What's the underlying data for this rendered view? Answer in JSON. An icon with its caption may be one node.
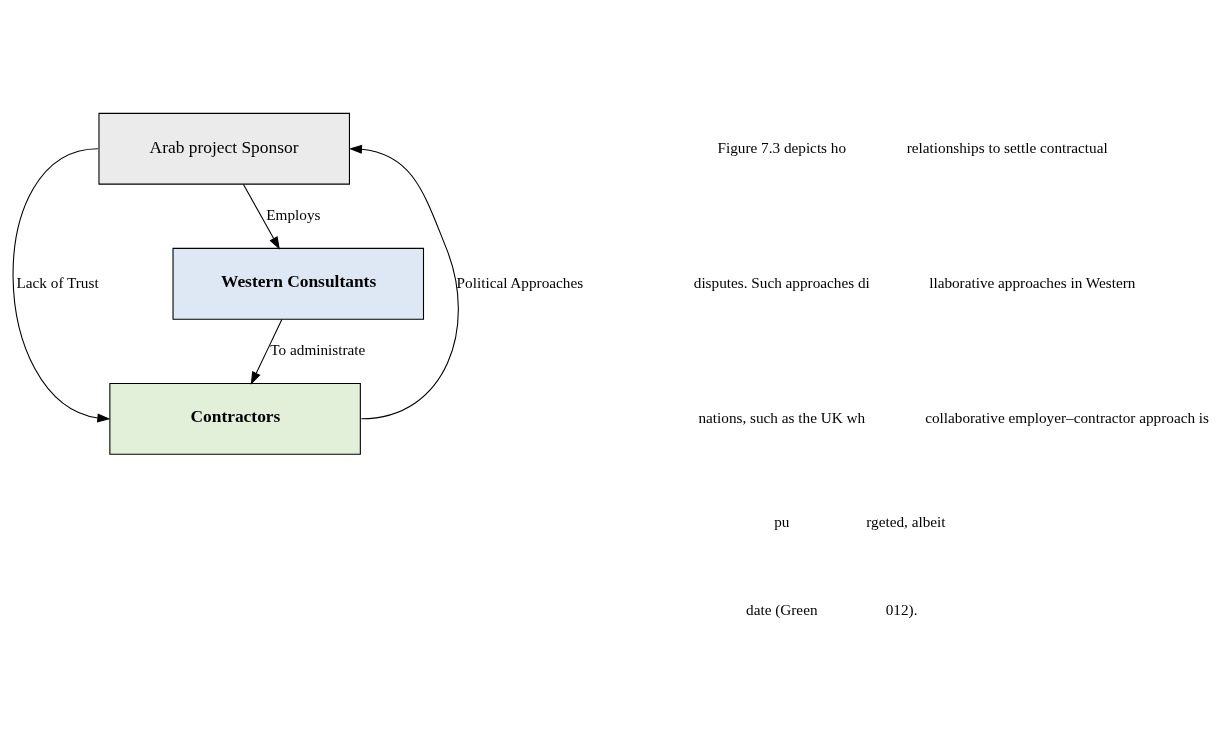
{
  "diagram": {
    "nodes": [
      {
        "text": [
          "Arab project Sponsor"
        ]
      },
      {
        "text": [
          "Western Consultants"
        ]
      },
      {
        "text": [
          "Contractors"
        ]
      }
    ],
    "edges": [
      {
        "from": 0,
        "to": 1,
        "arrow": "to",
        "label": "Employs"
      },
      {
        "from": 1,
        "to": 2,
        "arrow": "to",
        "label": "To administrate"
      },
      {
        "from": 0,
        "to": 2,
        "arrow": "to",
        "label": "Lack of Trust"
      },
      {
        "from": 2,
        "to": 0,
        "arrow": "to",
        "label": "Political Approaches"
      }
    ],
    "labels": [
      "Figure 7.3 depicts ho",
      "relationships to settle contractual",
      "disputes. Such approaches di",
      "llaborative approaches in Western",
      "nations, such as the UK wh",
      "collaborative employer–contractor approach is",
      "pu",
      "rgeted, albeit",
      "date (Green",
      "012)."
    ]
  }
}
